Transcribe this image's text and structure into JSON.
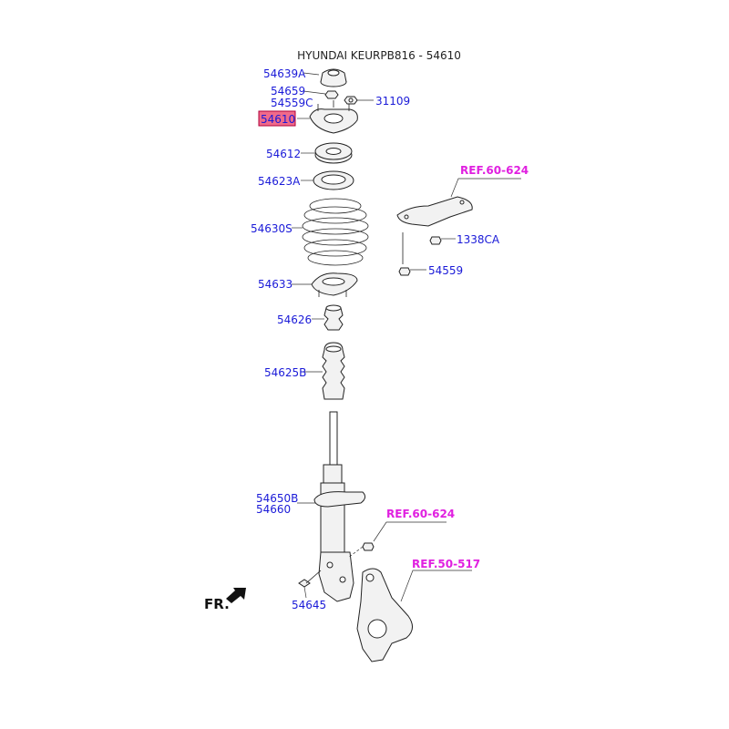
{
  "title": "HYUNDAI KEURPB816 - 54610",
  "highlight_color": "#f06a8a",
  "label_color": "#1a1ad8",
  "ref_color": "#e020e0",
  "labels": {
    "p54639A": "54639A",
    "p54659": "54659",
    "p54559C": "54559C",
    "p31109": "31109",
    "p54610": "54610",
    "p54612": "54612",
    "p54623A": "54623A",
    "p54630S": "54630S",
    "p54633": "54633",
    "p54626": "54626",
    "p54625B": "54625B",
    "p54650B": "54650B",
    "p54660": "54660",
    "p54645": "54645",
    "p1338CA": "1338CA",
    "p54559": "54559"
  },
  "refs": {
    "ref1": "REF.60-624",
    "ref2": "REF.60-624",
    "ref3": "REF.50-517"
  },
  "direction": "FR."
}
